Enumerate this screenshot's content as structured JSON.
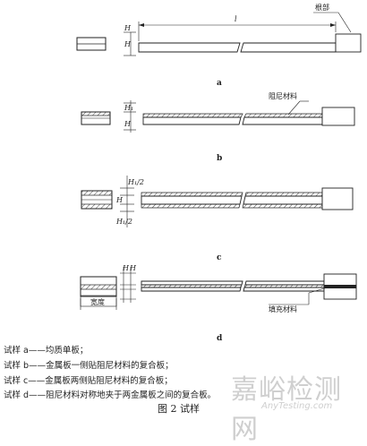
{
  "labels": {
    "root": "根部",
    "length": "l",
    "thickness_H": "H",
    "thickness_H1": "H₁",
    "half_H1": "H₁/2",
    "damping_material": "阻尼材料",
    "filling_material": "填充材料",
    "width": "宽度"
  },
  "subfigures": [
    "a",
    "b",
    "c",
    "d"
  ],
  "captions": [
    {
      "key": "试样 a",
      "text": "均质单板；"
    },
    {
      "key": "试样 b",
      "text": "金属板一侧贴阻尼材料的复合板；"
    },
    {
      "key": "试样 c",
      "text": "金属板两侧贴阻尼材料的复合板；"
    },
    {
      "key": "试样 d",
      "text": "阻尼材料对称地夹于两金属板之间的复合板。"
    }
  ],
  "figure_title": "图 2  试样",
  "watermark": {
    "main": "嘉峪检测网",
    "sub": "AnyTesting.com"
  }
}
